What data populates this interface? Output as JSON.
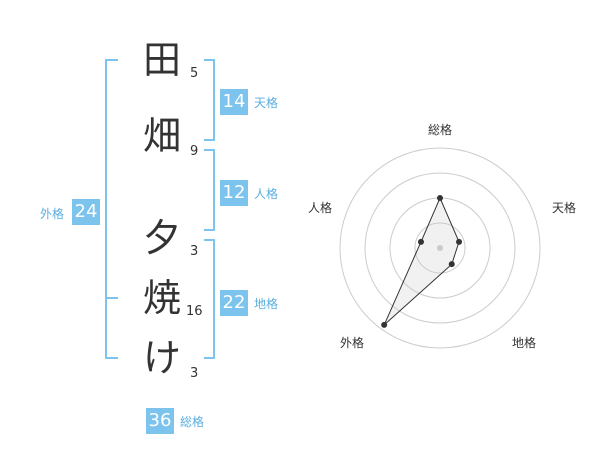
{
  "colors": {
    "accent": "#7cc4ee",
    "accent_text": "#5aaee0",
    "text": "#333333",
    "grid": "#cccccc"
  },
  "name": {
    "characters": [
      {
        "char": "田",
        "strokes": "5"
      },
      {
        "char": "畑",
        "strokes": "9"
      },
      {
        "char": "夕",
        "strokes": "3"
      },
      {
        "char": "焼",
        "strokes": "16"
      },
      {
        "char": "け",
        "strokes": "3"
      }
    ]
  },
  "kakusu": {
    "tenkaku": {
      "value": "14",
      "label": "天格"
    },
    "jinkaku": {
      "value": "12",
      "label": "人格"
    },
    "chikaku": {
      "value": "22",
      "label": "地格"
    },
    "gaikaku": {
      "value": "24",
      "label": "外格"
    },
    "soukaku": {
      "value": "36",
      "label": "総格"
    }
  },
  "chart_data": {
    "type": "radar",
    "axes": [
      "総格",
      "天格",
      "地格",
      "外格",
      "人格"
    ],
    "values": [
      0.5,
      0.2,
      0.2,
      0.95,
      0.2
    ],
    "rings": 4,
    "range": [
      0,
      1
    ]
  }
}
